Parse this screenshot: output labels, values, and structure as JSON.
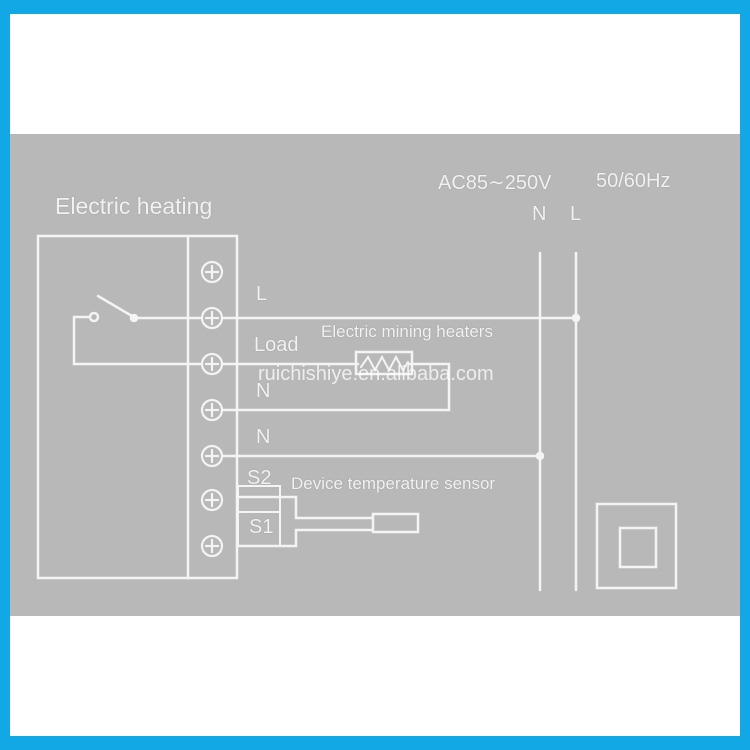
{
  "title": "Electric heating",
  "supply": {
    "voltage": "AC85∼250V",
    "frequency": "50/60Hz",
    "neutral": "N",
    "live": "L"
  },
  "terminals": {
    "l": "L",
    "load": "Load",
    "n1": "N",
    "n2": "N",
    "s2": "S2",
    "s1": "S1"
  },
  "heater_label": "Electric mining heaters",
  "sensor_label": "Device temperature sensor",
  "watermark": "ruichishiye.en.alibaba.com",
  "colors": {
    "border": "#12a8e6",
    "panel": "#b8b8b8",
    "line": "#f4f4f4"
  }
}
